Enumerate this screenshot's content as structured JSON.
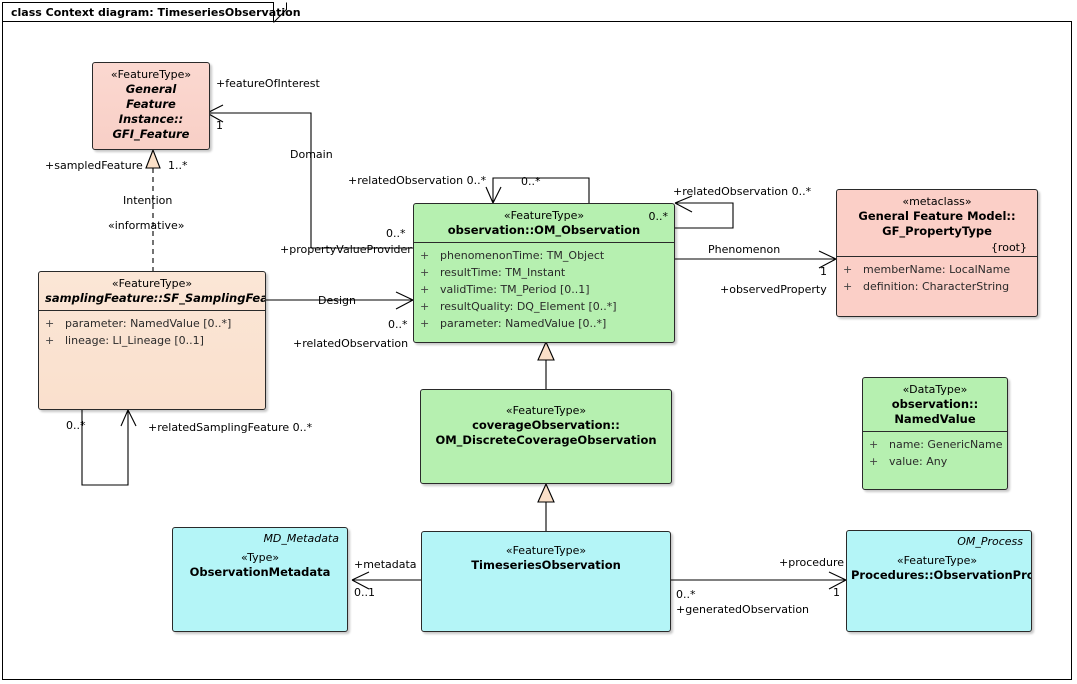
{
  "diagram": {
    "tab_label": "class Context diagram: TimeseriesObservation",
    "colors": {
      "pink": "#f9d2c9",
      "peach": "#fae1d0",
      "green": "#b6f0b0",
      "cyan": "#b4f5f7",
      "stroke": "#2a2a2a"
    }
  },
  "classes": [
    {
      "id": "gfi_feature",
      "stereotype": "«FeatureType»",
      "name_lines": [
        "General Feature",
        "Instance::",
        "GFI_Feature"
      ],
      "italic": true,
      "attributes": []
    },
    {
      "id": "sf_samplingfeature",
      "stereotype": "«FeatureType»",
      "name_lines": [
        "samplingFeature::SF_SamplingFeature"
      ],
      "italic": true,
      "attributes": [
        {
          "visibility": "+",
          "text": "parameter: NamedValue [0..*]"
        },
        {
          "visibility": "+",
          "text": "lineage: LI_Lineage [0..1]"
        }
      ]
    },
    {
      "id": "om_observation",
      "stereotype": "«FeatureType»",
      "name_lines": [
        "observation::OM_Observation"
      ],
      "italic": false,
      "corner_multiplicity": "0..*",
      "attributes": [
        {
          "visibility": "+",
          "text": "phenomenonTime: TM_Object"
        },
        {
          "visibility": "+",
          "text": "resultTime: TM_Instant"
        },
        {
          "visibility": "+",
          "text": "validTime: TM_Period [0..1]"
        },
        {
          "visibility": "+",
          "text": "resultQuality: DQ_Element [0..*]"
        },
        {
          "visibility": "+",
          "text": "parameter: NamedValue [0..*]"
        }
      ]
    },
    {
      "id": "gf_propertytype",
      "stereotype": "«metaclass»",
      "name_lines": [
        "General Feature Model::",
        "GF_PropertyType"
      ],
      "italic": false,
      "root_mark": "{root}",
      "attributes": [
        {
          "visibility": "+",
          "text": "memberName: LocalName"
        },
        {
          "visibility": "+",
          "text": "definition: CharacterString"
        }
      ]
    },
    {
      "id": "om_discretecoverageobservation",
      "stereotype": "«FeatureType»",
      "name_lines": [
        "coverageObservation::",
        "OM_DiscreteCoverageObservation"
      ],
      "italic": false,
      "attributes": []
    },
    {
      "id": "namedvalue",
      "stereotype": "«DataType»",
      "name_lines": [
        "observation::",
        "NamedValue"
      ],
      "italic": false,
      "attributes": [
        {
          "visibility": "+",
          "text": "name: GenericName"
        },
        {
          "visibility": "+",
          "text": "value: Any"
        }
      ]
    },
    {
      "id": "observationmetadata",
      "top_right_label": "MD_Metadata",
      "stereotype": "«Type»",
      "name_lines": [
        "ObservationMetadata"
      ],
      "italic": false,
      "attributes": []
    },
    {
      "id": "timeseriesobservation",
      "stereotype": "«FeatureType»",
      "name_lines": [
        "TimeseriesObservation"
      ],
      "italic": false,
      "attributes": []
    },
    {
      "id": "observationprocess",
      "top_right_label": "OM_Process",
      "stereotype": "«FeatureType»",
      "name_lines": [
        "Procedures::ObservationProcess"
      ],
      "italic": false,
      "attributes": []
    }
  ],
  "edge_labels": {
    "feature_of_interest": "+featureOfInterest",
    "foi_mult": "1",
    "domain": "Domain",
    "sampled_feature": "+sampledFeature",
    "sampled_mult": "1..*",
    "intention": "Intention",
    "informative": "«informative»",
    "property_value_provider": "+propertyValueProvider",
    "pvp_mult": "0..*",
    "related_observation_top": "+relatedObservation 0..*",
    "self_mult_top": "0..*",
    "related_observation_right": "+relatedObservation 0..*",
    "design": "Design",
    "design_mult": "0..*",
    "related_observation_design": "+relatedObservation",
    "phenomenon": "Phenomenon",
    "observed_property": "+observedProperty",
    "observed_property_mult": "1",
    "sampling_mult_left": "0..*",
    "related_sampling_feature": "+relatedSamplingFeature 0..*",
    "metadata": "+metadata",
    "metadata_mult": "0..1",
    "procedure": "+procedure",
    "procedure_mult": "1",
    "generated_observation_mult": "0..*",
    "generated_observation": "+generatedObservation"
  }
}
